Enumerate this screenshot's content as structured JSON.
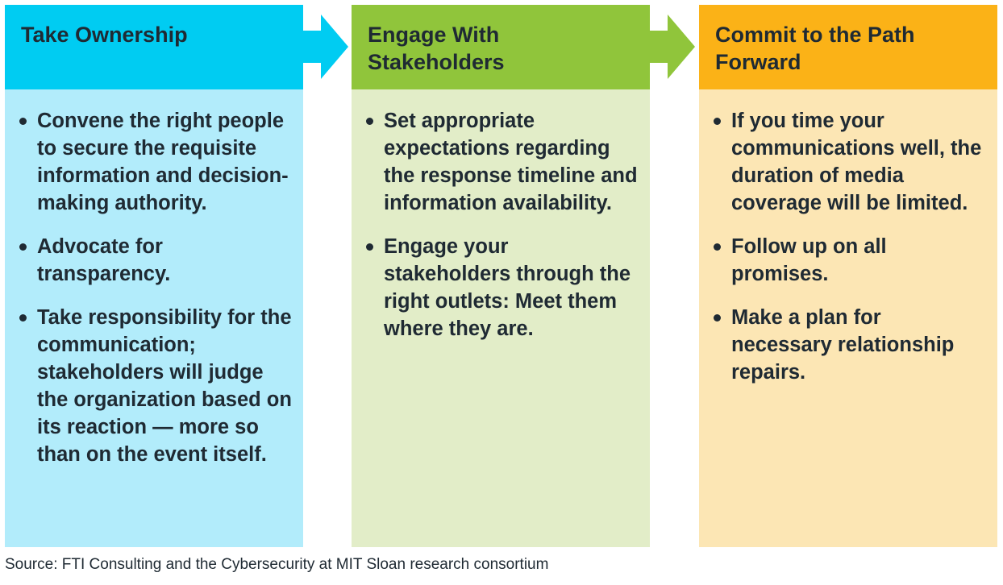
{
  "colors": {
    "stage1_header": "#00ccf2",
    "stage1_body": "#b2ecfb",
    "stage2_header": "#90c53b",
    "stage2_body": "#e2edc8",
    "stage3_header": "#fbb217",
    "stage3_body": "#fce6b4",
    "text": "#1f2a33"
  },
  "stages": [
    {
      "title": "Take Ownership",
      "items": [
        "Convene the right people to secure the requisite information and decision-making authority.",
        "Advocate for transparency.",
        "Take responsibility for the communication; stakeholders will judge the organization based on its reaction — more so than on the event itself."
      ]
    },
    {
      "title": "Engage With Stakeholders",
      "items": [
        "Set appropriate expectations regarding the response timeline and information availability.",
        "Engage your stakeholders through the right outlets: Meet them where they are."
      ]
    },
    {
      "title": "Commit to the Path Forward",
      "items": [
        "If you time your communications well, the duration of media coverage will be limited.",
        "Follow up on all promises.",
        "Make a plan for necessary relationship repairs."
      ]
    }
  ],
  "source": "Source: FTI Consulting and the Cybersecurity at MIT Sloan research consortium"
}
